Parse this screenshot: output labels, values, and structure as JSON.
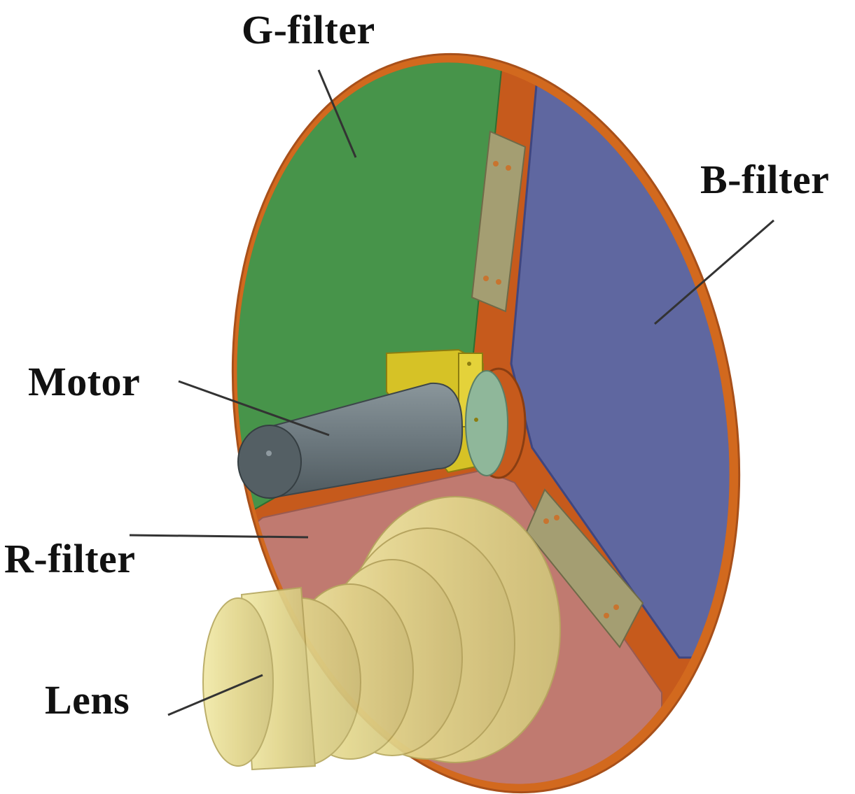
{
  "labels": {
    "g_filter": "G-filter",
    "b_filter": "B-filter",
    "motor": "Motor",
    "r_filter": "R-filter",
    "lens": "Lens"
  },
  "colors": {
    "rim": "#d2691e",
    "g_filter": "#47944a",
    "b_filter": "#5f67a0",
    "r_filter": "#c07a70",
    "motor": "#6e7a80",
    "mount": "#d6c226",
    "bracket": "#a49e72",
    "lens": "#e0d690",
    "leader": "#333333"
  }
}
